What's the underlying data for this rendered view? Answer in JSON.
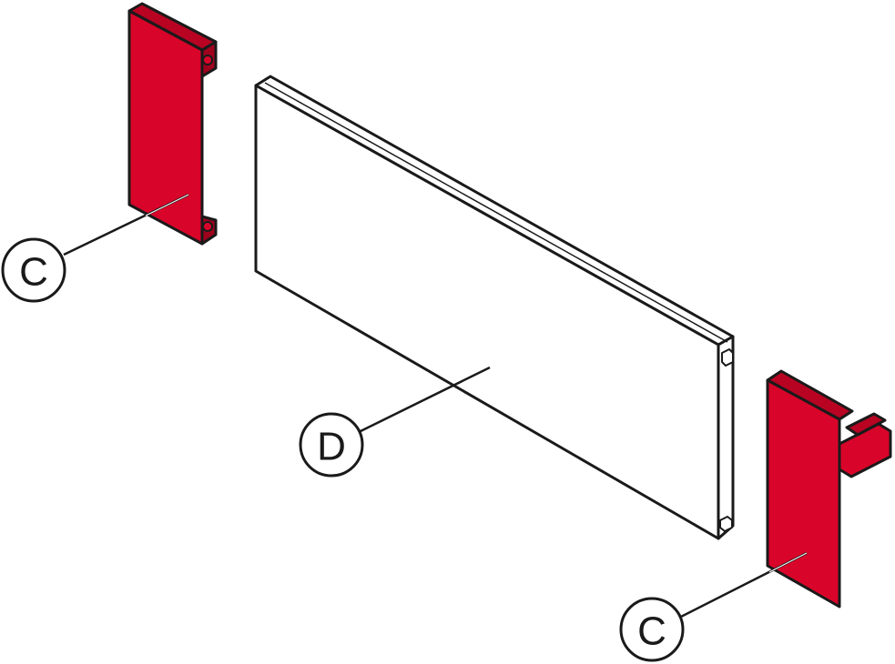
{
  "colors": {
    "part_fill": "#d90429",
    "part_shade": "#b80322",
    "part_dark": "#9e021d",
    "panel_fill": "#ffffff",
    "outline": "#1a1a1a"
  },
  "callouts": {
    "left_end_piece": "C",
    "back_panel": "D",
    "right_end_piece": "C"
  }
}
